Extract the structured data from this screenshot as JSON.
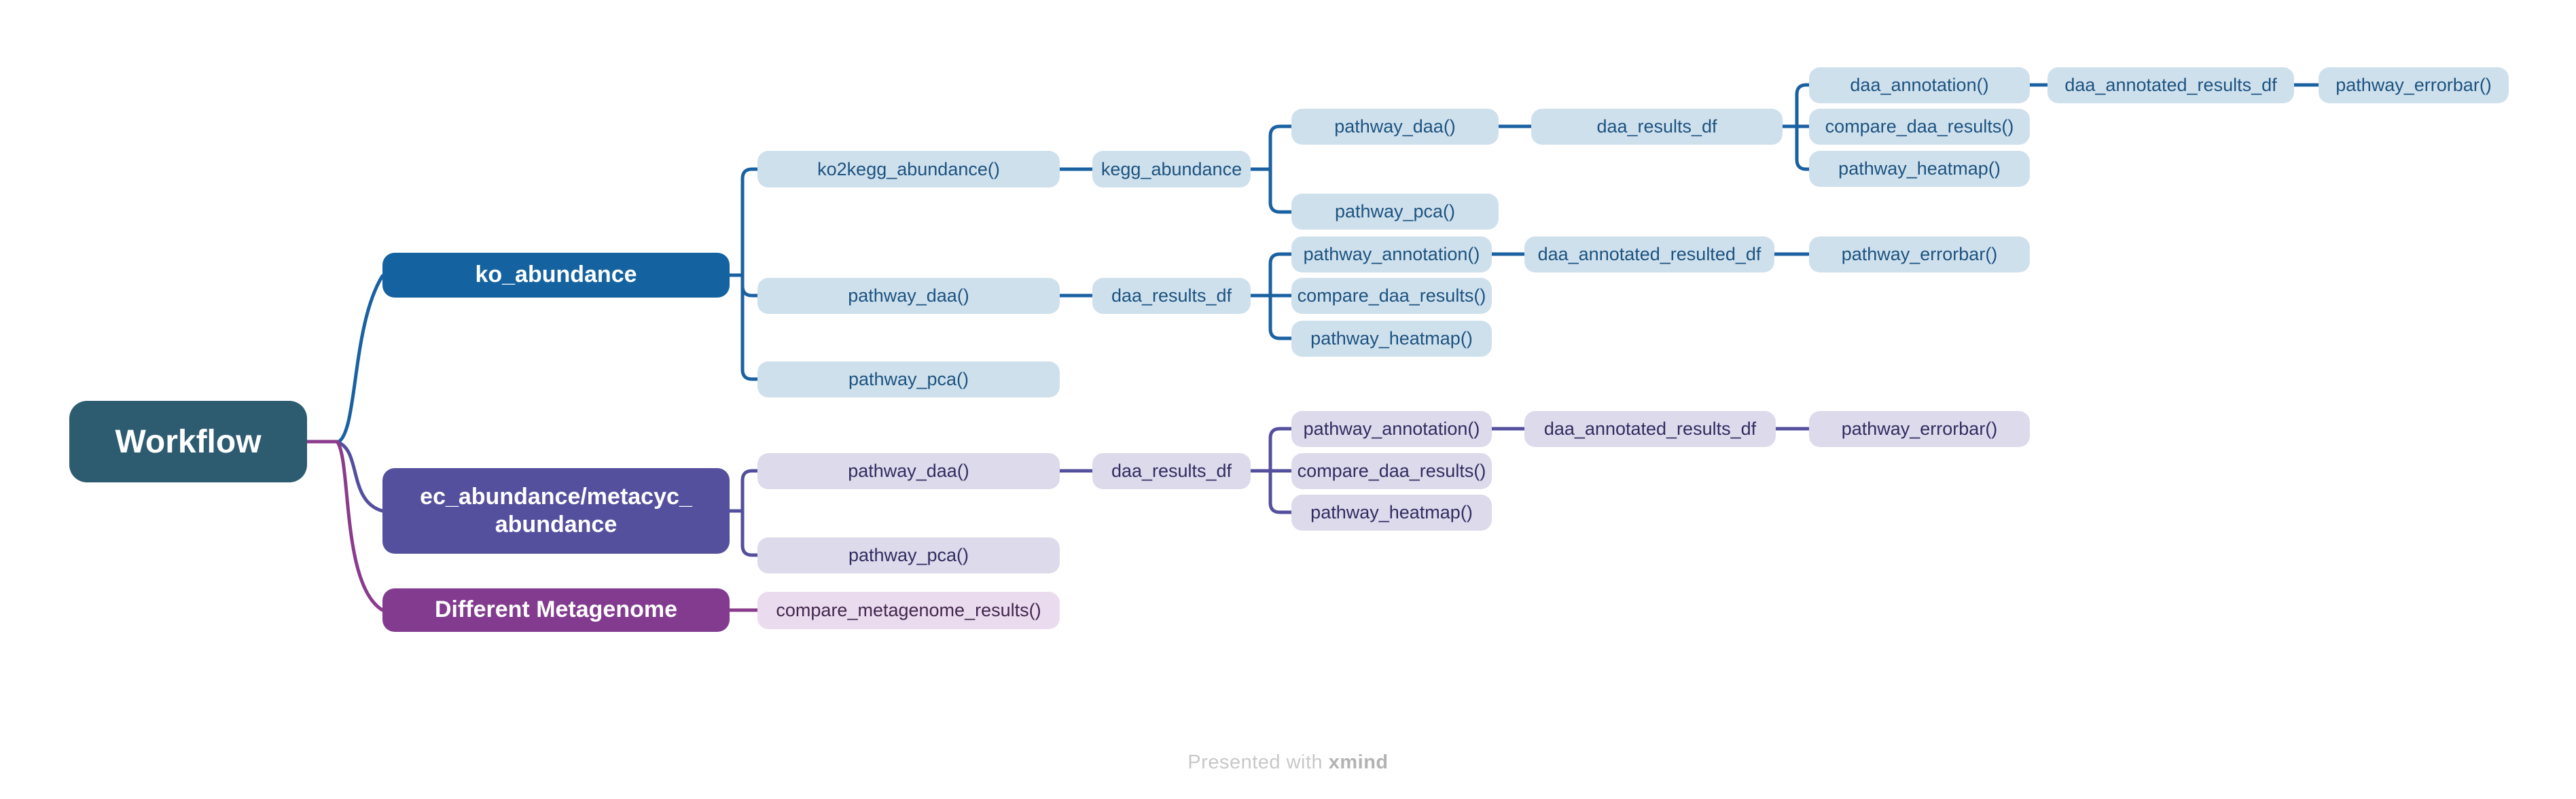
{
  "root": {
    "label": "Workflow"
  },
  "nodes": {
    "ko_abundance": "ko_abundance",
    "ko2kegg_abundance": "ko2kegg_abundance()",
    "kegg_abundance": "kegg_abundance",
    "pathway_daa_kegg": "pathway_daa()",
    "daa_results_df_kegg": "daa_results_df",
    "daa_annotation": "daa_annotation()",
    "daa_annotated_results_df_kegg": "daa_annotated_results_df",
    "pathway_errorbar_kegg": "pathway_errorbar()",
    "compare_daa_results_kegg": "compare_daa_results()",
    "pathway_heatmap_kegg": "pathway_heatmap()",
    "pathway_pca_kegg": "pathway_pca()",
    "pathway_daa_ko": "pathway_daa()",
    "daa_results_df_ko": "daa_results_df",
    "pathway_annotation_ko": "pathway_annotation()",
    "daa_annotated_resulted_df_ko": "daa_annotated_resulted_df",
    "pathway_errorbar_ko": "pathway_errorbar()",
    "compare_daa_results_ko": "compare_daa_results()",
    "pathway_heatmap_ko": "pathway_heatmap()",
    "pathway_pca_ko": "pathway_pca()",
    "ec_abundance_lines": [
      "ec_abundance/metacyc_",
      "abundance"
    ],
    "pathway_daa_ec": "pathway_daa()",
    "daa_results_df_ec": "daa_results_df",
    "pathway_annotation_ec": "pathway_annotation()",
    "daa_annotated_results_df_ec": "daa_annotated_results_df",
    "pathway_errorbar_ec": "pathway_errorbar()",
    "compare_daa_results_ec": "compare_daa_results()",
    "pathway_heatmap_ec": "pathway_heatmap()",
    "pathway_pca_ec": "pathway_pca()",
    "different_metagenome": "Different Metagenome",
    "compare_metagenome_results": "compare_metagenome_results()"
  },
  "footer": {
    "prefix": "Presented with ",
    "brand": "xmind"
  },
  "colors": {
    "root_bg": "#2d5c70",
    "ko_bg": "#1463a0",
    "ko_light_bg": "#cfe0ed",
    "ko_text": "#1c537f",
    "ko_line": "#1a61a2",
    "ec_bg": "#54509d",
    "ec_light_bg": "#dcdaeb",
    "ec_text": "#322c60",
    "ec_line": "#544f9d",
    "dm_bg": "#823b8f",
    "dm_light_bg": "#eadcee",
    "dm_text": "#43264e",
    "dm_line": "#8a3b8c"
  }
}
